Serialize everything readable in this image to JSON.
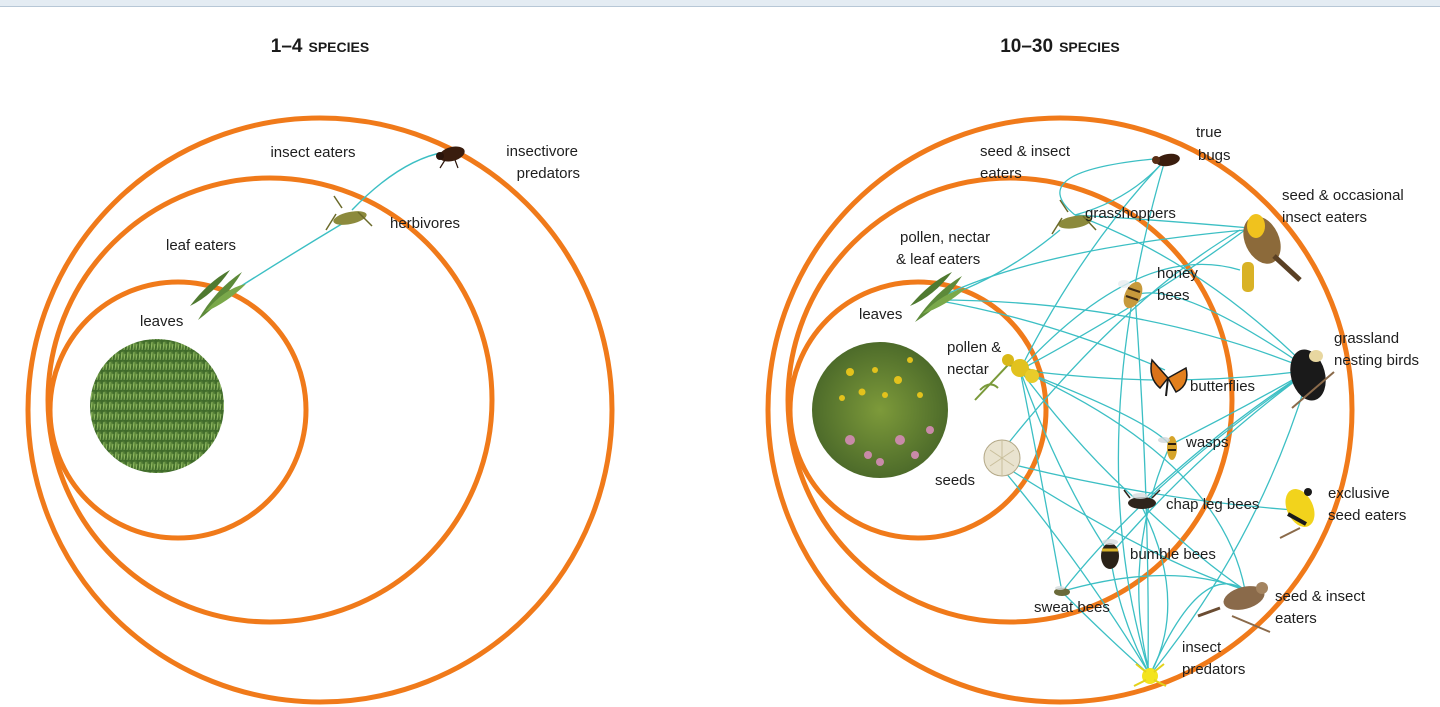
{
  "colors": {
    "ring": "#f07a1a",
    "link": "#3cbfc4",
    "text": "#1e1e1e"
  },
  "left": {
    "title_num": "1–4",
    "title_word": "SPECIES",
    "labels": {
      "insect_eaters": "insect eaters",
      "insectivore_1": "insectivore",
      "insectivore_2": "predators",
      "herbivores": "herbivores",
      "leaf_eaters": "leaf eaters",
      "leaves": "leaves"
    },
    "images": [
      "grass-photo",
      "leaves-icon",
      "grasshopper-icon",
      "beetle-icon"
    ]
  },
  "right": {
    "title_num": "10–30",
    "title_word": "SPECIES",
    "labels": {
      "true_1": "true",
      "true_2": "bugs",
      "seed_insect_top_1": "seed & insect",
      "seed_insect_top_2": "eaters",
      "grasshoppers": "grasshoppers",
      "occasional_1": "seed & occasional",
      "occasional_2": "insect eaters",
      "pollen_nectar_leaf_1": "pollen, nectar",
      "pollen_nectar_leaf_2": "& leaf eaters",
      "honey_1": "honey",
      "honey_2": "bees",
      "leaves": "leaves",
      "pollen_1": "pollen &",
      "pollen_2": "nectar",
      "grassland_1": "grassland",
      "grassland_2": "nesting birds",
      "butterflies": "butterflies",
      "wasps": "wasps",
      "seeds": "seeds",
      "exclusive_1": "exclusive",
      "exclusive_2": "seed eaters",
      "chap_leg_bees": "chap leg bees",
      "bumble_bees": "bumble bees",
      "seed_insect_bottom_1": "seed & insect",
      "seed_insect_bottom_2": "eaters",
      "sweat_bees": "sweat bees",
      "insect_pred_1": "insect",
      "insect_pred_2": "predators"
    },
    "images": [
      "prairie-photo",
      "leaves-icon",
      "goldenrod-icon",
      "seedhead-icon",
      "grasshopper-icon",
      "true-bug-icon",
      "honey-bee-icon",
      "butterfly-icon",
      "wasp-icon",
      "chap-leg-bee-icon",
      "bumble-bee-icon",
      "sweat-bee-icon",
      "spider-icon",
      "meadowlark-icon",
      "bobolink-icon",
      "goldfinch-icon",
      "sparrow-icon"
    ]
  }
}
